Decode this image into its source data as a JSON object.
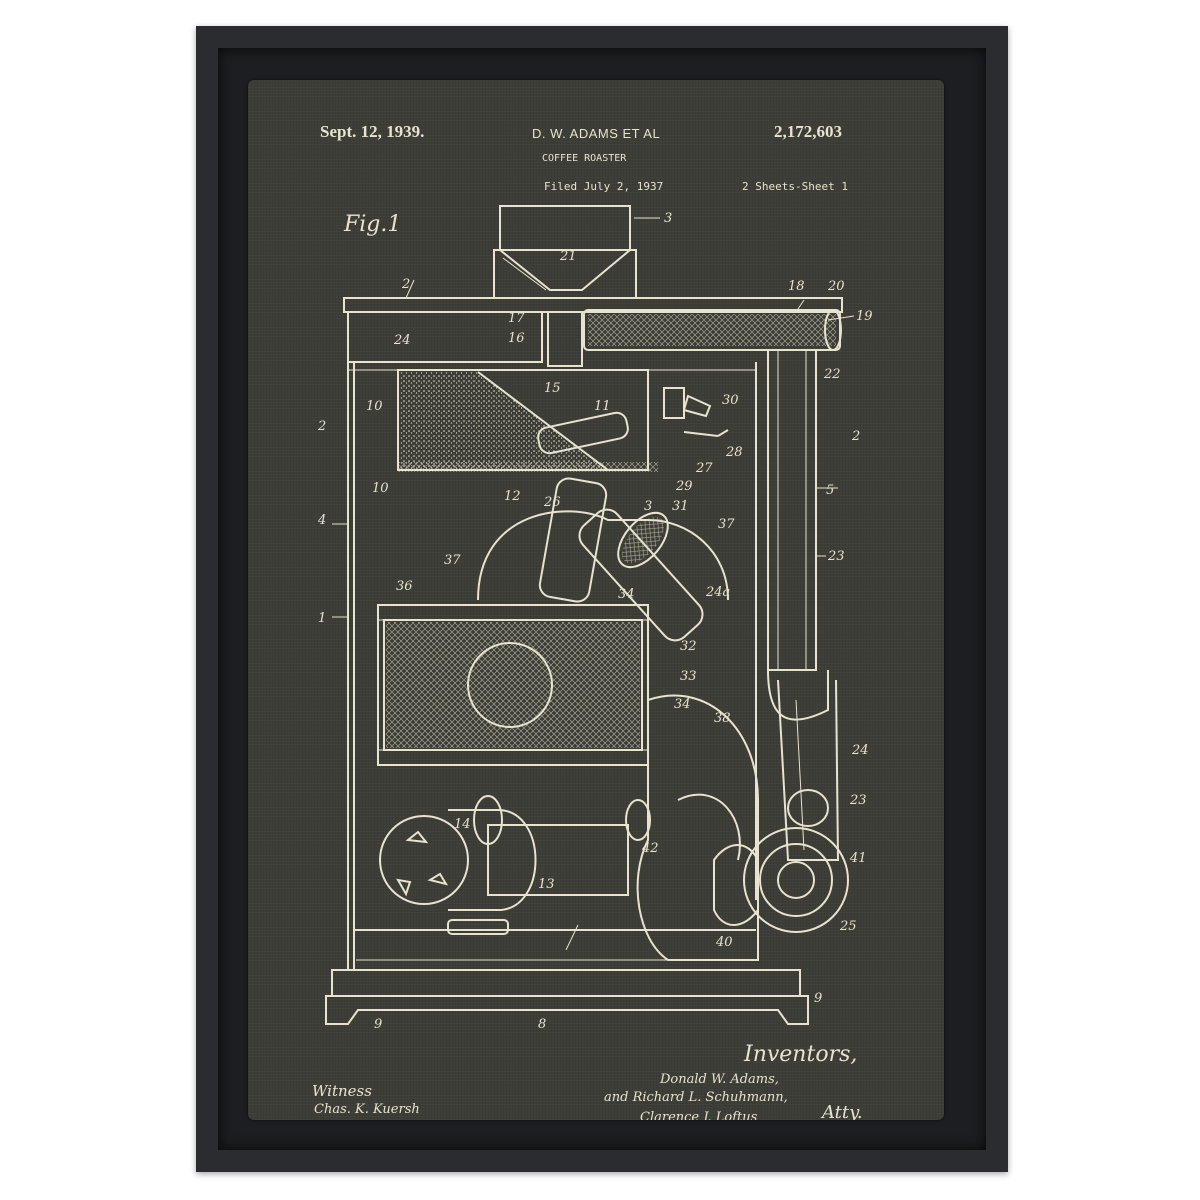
{
  "patent": {
    "date": "Sept. 12, 1939.",
    "inventor": "D. W. ADAMS ET AL",
    "number": "2,172,603",
    "title": "COFFEE ROASTER",
    "filed": "Filed July 2, 1937",
    "sheets": "2 Sheets-Sheet 1",
    "figure": "Fig.1"
  },
  "labels": [
    "3",
    "21",
    "2",
    "18",
    "20",
    "19",
    "17",
    "16",
    "24",
    "15",
    "22",
    "10",
    "11",
    "30",
    "2",
    "2",
    "28",
    "27",
    "10",
    "29",
    "12",
    "26",
    "5",
    "3",
    "31",
    "4",
    "37",
    "23",
    "37",
    "24a",
    "36",
    "34",
    "1",
    "32",
    "33",
    "34",
    "38",
    "24",
    "14",
    "42",
    "23",
    "41",
    "13",
    "25",
    "40",
    "9",
    "8",
    "9"
  ],
  "signatures": {
    "witness_heading": "Witness",
    "witness_name": "Chas. K. Kuersh",
    "inventors_heading": "Inventors,",
    "inventor_1": "Donald W. Adams,",
    "inventor_2": "and Richard L. Schuhmann,",
    "attorney": "Clarence J. Loftus",
    "attorney_suffix": "Atty."
  },
  "colors": {
    "frame": "#2b2c30",
    "canvas": "#3c3d36",
    "ink": "#e8e3cf"
  }
}
